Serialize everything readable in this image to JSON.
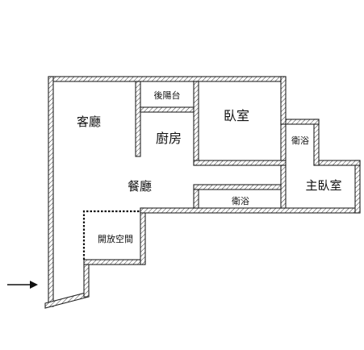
{
  "rooms": {
    "living_room": "客廳",
    "rear_balcony": "後陽台",
    "bedroom": "臥室",
    "kitchen": "廚房",
    "bathroom_small": "衛浴",
    "dining_room": "餐廳",
    "master_bedroom": "主臥室",
    "bathroom": "衛浴",
    "open_space": "開放空間"
  },
  "entrance": {
    "icon": "arrow-right-icon"
  },
  "colors": {
    "wall": "#222222",
    "background": "#ffffff",
    "text": "#111111"
  }
}
